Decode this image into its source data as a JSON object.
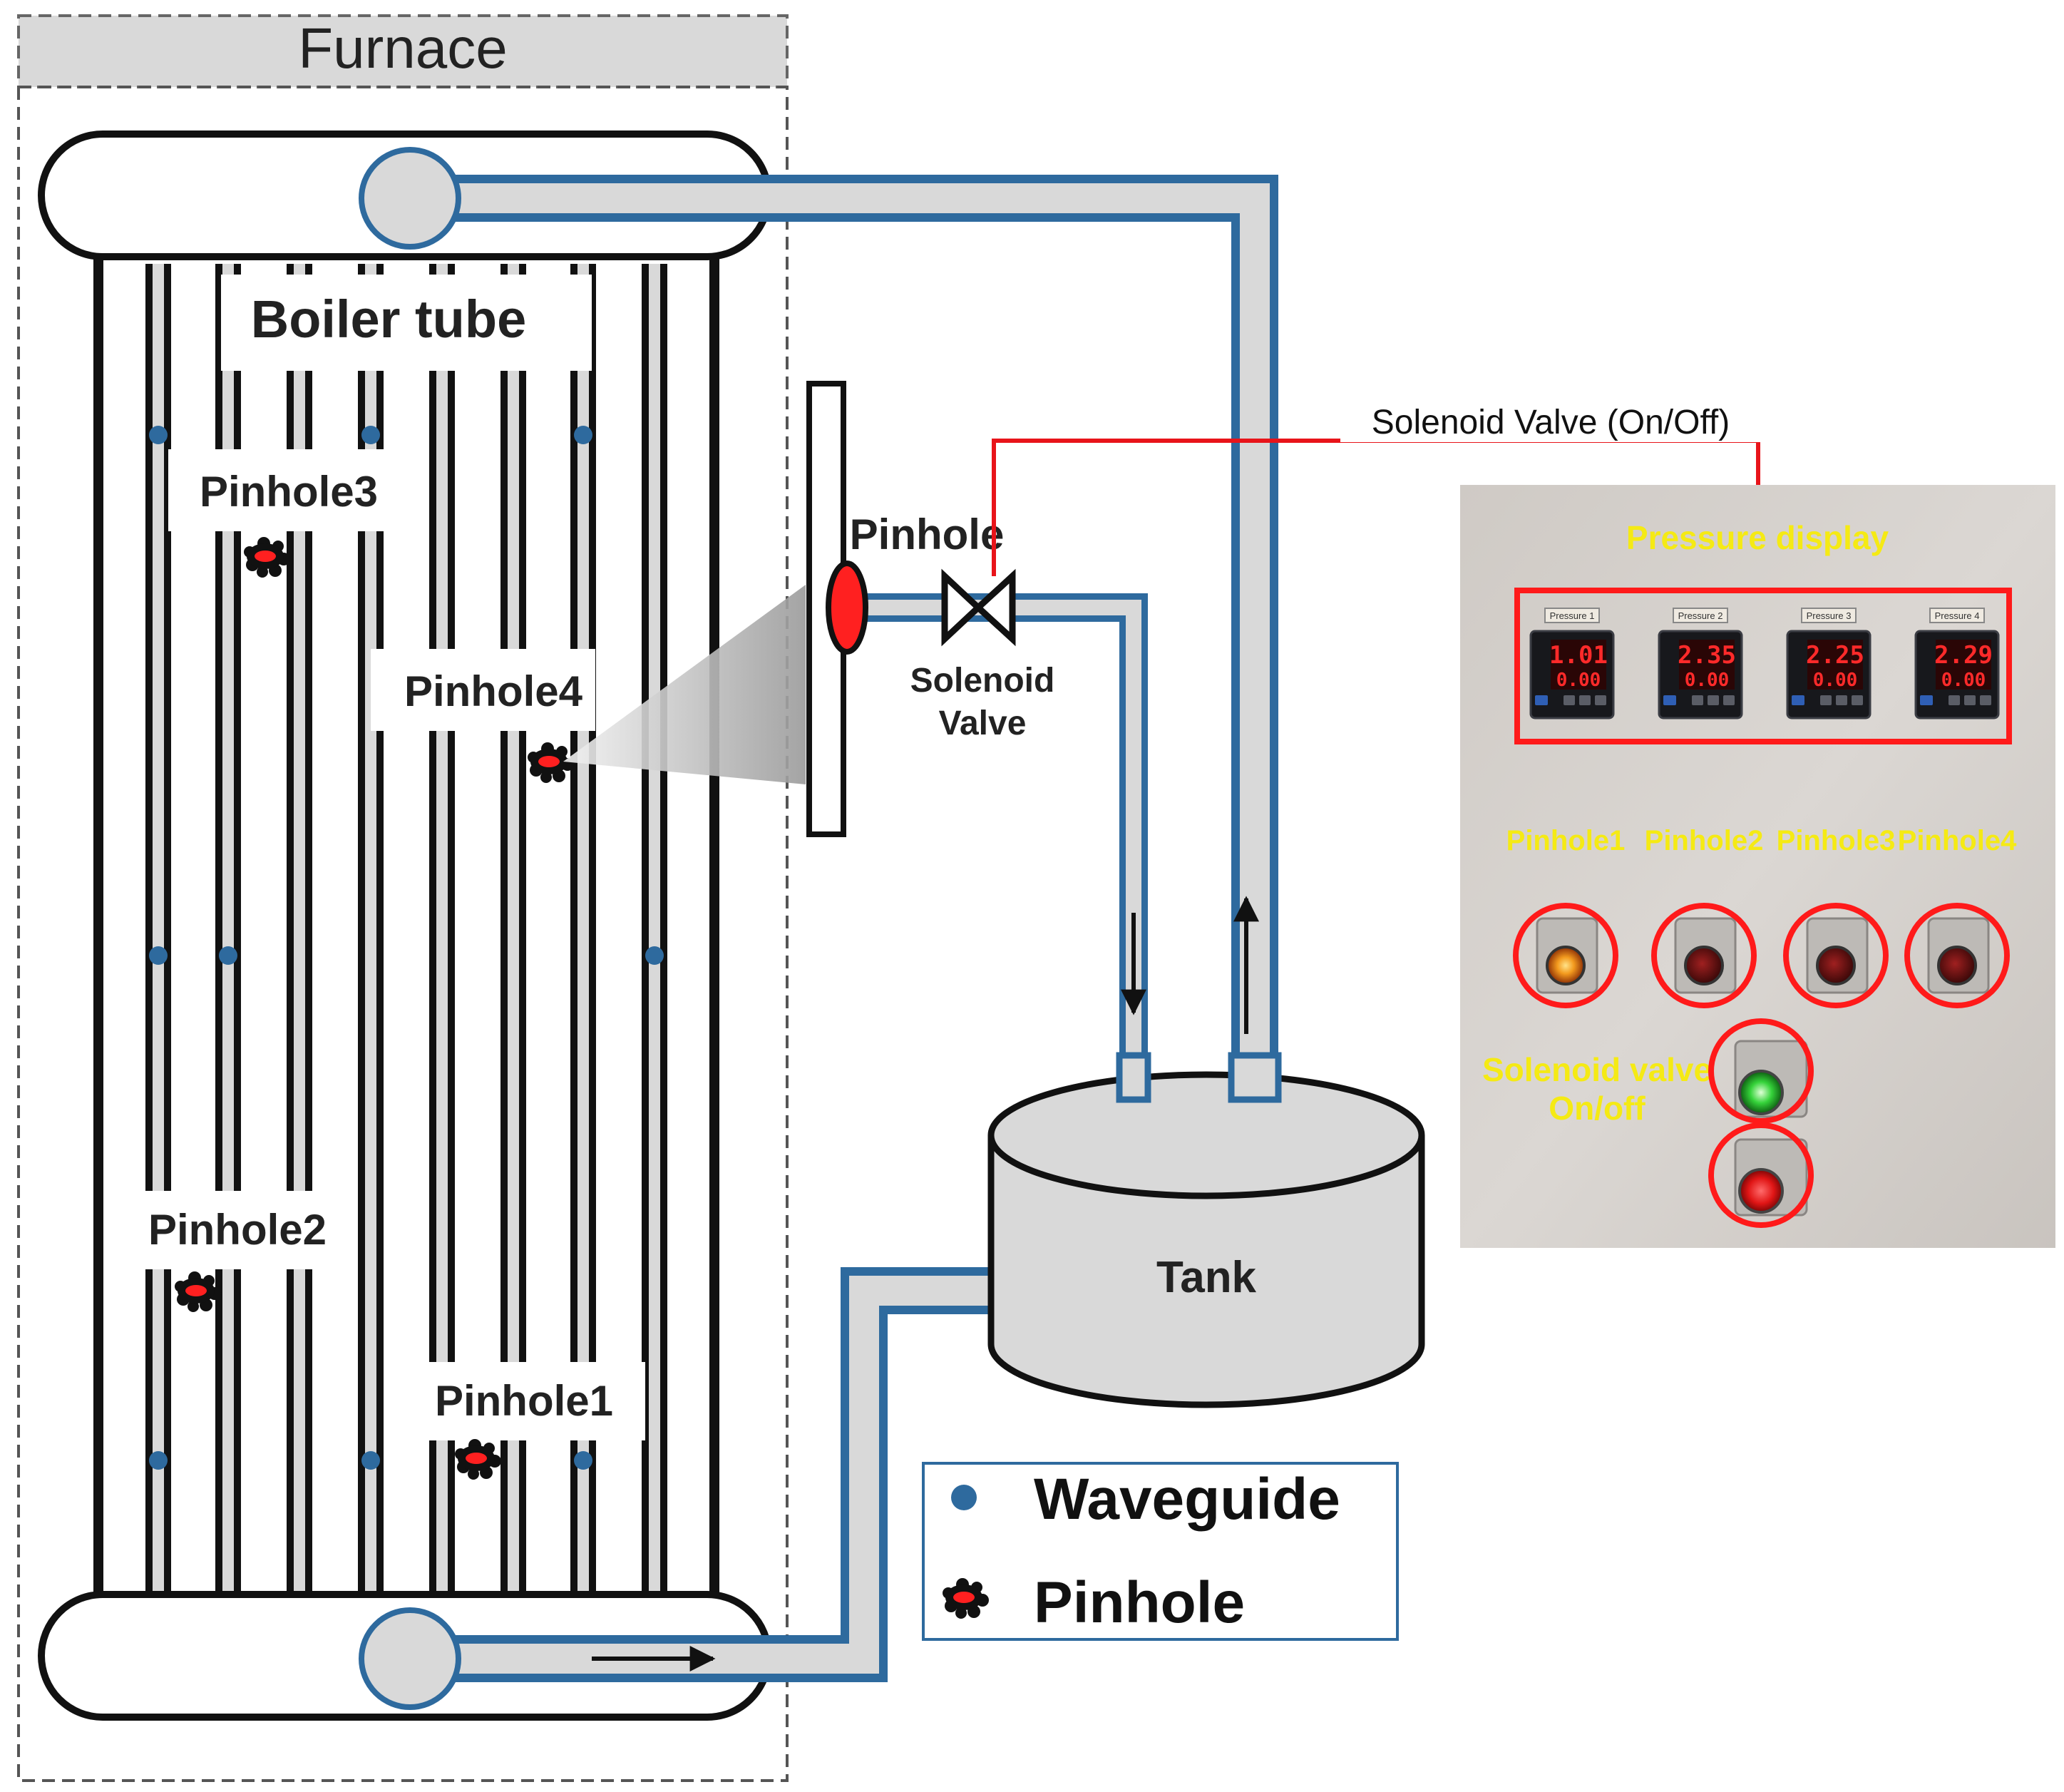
{
  "furnace_label": "Furnace",
  "boiler_tube_label": "Boiler tube",
  "pinhole_labels": {
    "p1": "Pinhole1",
    "p2": "Pinhole2",
    "p3": "Pinhole3",
    "p4": "Pinhole4"
  },
  "inset": {
    "pinhole_label": "Pinhole",
    "solenoid_line1": "Solenoid",
    "solenoid_line2": "Valve"
  },
  "tank_label": "Tank",
  "control_line_label": "Solenoid Valve (On/Off)",
  "panel": {
    "title": "Pressure display",
    "gauges": [
      {
        "name": "Pressure 1",
        "value": "1.01",
        "sub": "0.00"
      },
      {
        "name": "Pressure 2",
        "value": "2.35",
        "sub": "0.00"
      },
      {
        "name": "Pressure 3",
        "value": "2.25",
        "sub": "0.00"
      },
      {
        "name": "Pressure 4",
        "value": "2.29",
        "sub": "0.00"
      }
    ],
    "switch_labels": [
      "Pinhole1",
      "Pinhole2",
      "Pinhole3",
      "Pinhole4"
    ],
    "solenoid_line1": "Solenoid valve",
    "solenoid_line2": "On/off"
  },
  "legend": {
    "waveguide": "Waveguide",
    "pinhole": "Pinhole"
  },
  "colors": {
    "pipe_fill": "#d9d9d9",
    "pipe_border": "#2e6a9e",
    "waveguide_dot": "#2e6a9e",
    "control_line": "#e8141a",
    "panel_text": "#f5ea14",
    "pinhole_core": "#ff2020"
  }
}
